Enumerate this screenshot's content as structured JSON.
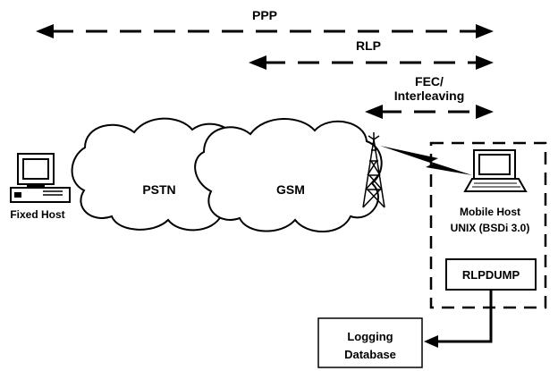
{
  "arrows": {
    "ppp": "PPP",
    "rlp": "RLP",
    "fec_line1": "FEC/",
    "fec_line2": "Interleaving"
  },
  "clouds": {
    "pstn": "PSTN",
    "gsm": "GSM"
  },
  "fixed_host": {
    "label": "Fixed Host"
  },
  "mobile_host": {
    "line1": "Mobile Host",
    "line2": "UNIX (BSDi 3.0)",
    "tool": "RLPDUMP"
  },
  "logging": {
    "line1": "Logging",
    "line2": "Database"
  }
}
